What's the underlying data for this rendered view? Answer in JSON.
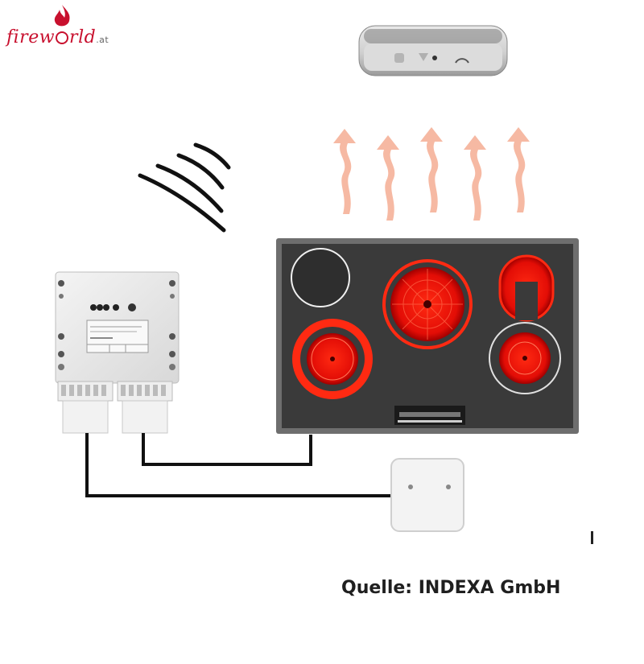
{
  "logo": {
    "wordmark": "firew",
    "wordmark_end": "rld",
    "tld": ".at",
    "brand_color": "#c8102e"
  },
  "source_caption": "Quelle: INDEXA GmbH",
  "colors": {
    "hob_frame": "#6e6e6e",
    "hob_glass": "#3a3a3a",
    "hot_zone": "#ff1a10",
    "heat_arrows": "#f6b9a3",
    "cable": "#111111",
    "device_body": "#eaeaea"
  },
  "icons": [
    "smoke-detector-icon",
    "wireless-signal-icon",
    "heat-arrow-icon",
    "control-unit-icon",
    "cooktop-icon",
    "junction-box-icon"
  ]
}
